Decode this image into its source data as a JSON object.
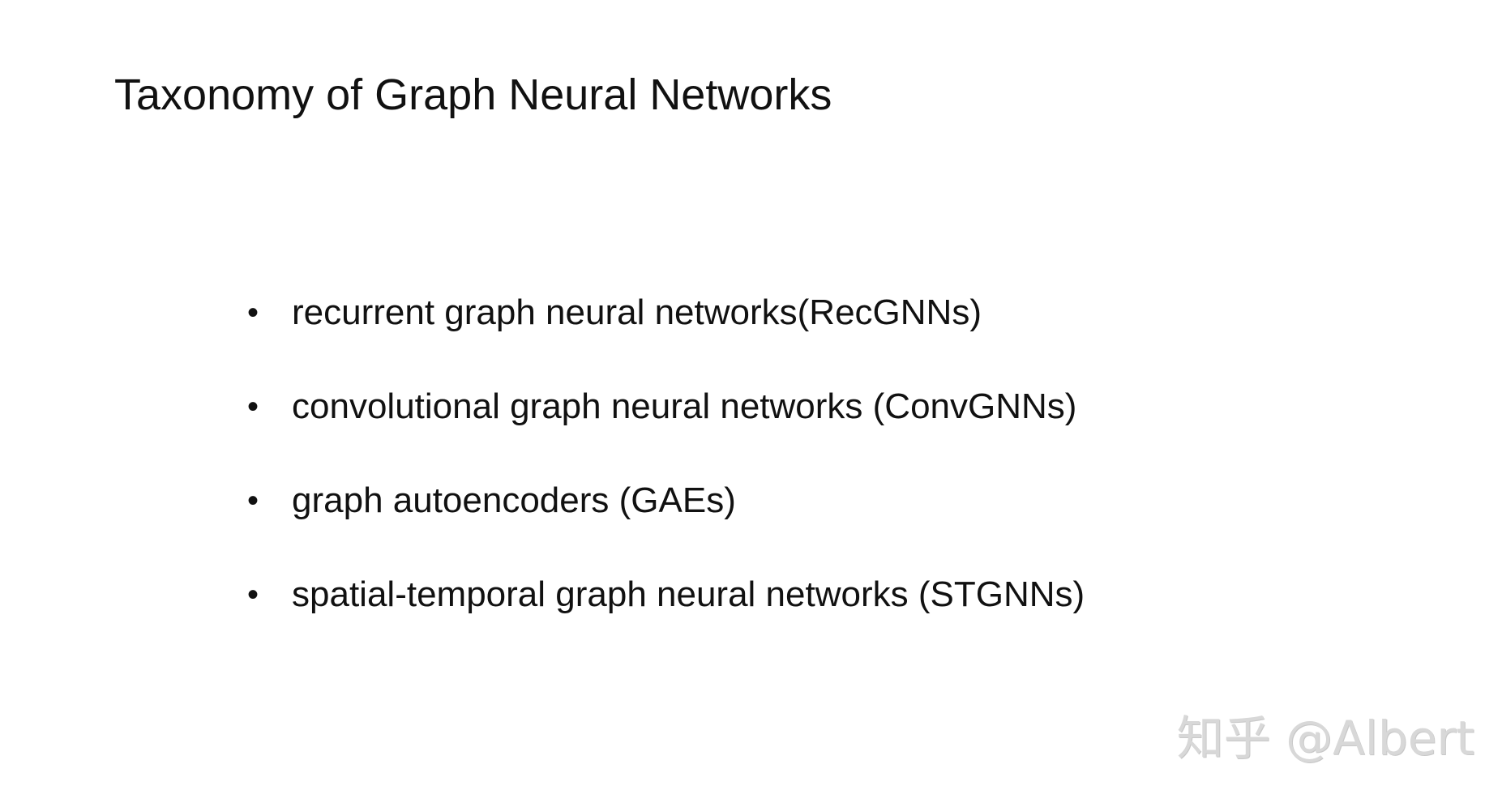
{
  "slide": {
    "title": "Taxonomy of Graph Neural Networks",
    "bullet_glyph": "•",
    "bullets": [
      {
        "text": "recurrent graph neural networks(RecGNNs)"
      },
      {
        "text": "convolutional graph neural networks (ConvGNNs)"
      },
      {
        "text": "graph autoencoders (GAEs)"
      },
      {
        "text": "spatial-temporal graph neural networks (STGNNs)"
      }
    ]
  },
  "watermark": {
    "text": "知乎 @Albert"
  }
}
